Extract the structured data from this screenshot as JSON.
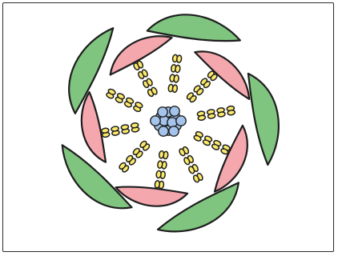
{
  "diagram": {
    "kind": "floral-diagram",
    "colors": {
      "sepal": "#7fc47f",
      "petal": "#f4a7ad",
      "stamen": "#fbe96c",
      "carpel": "#a5c4ec",
      "outline": "#1e1e1e",
      "background": "#ffffff"
    },
    "whorls": {
      "sepals": 5,
      "petals": 5,
      "stamen_rays": 10,
      "stamens_per_ray": 4,
      "carpel_cluster": 1
    }
  }
}
